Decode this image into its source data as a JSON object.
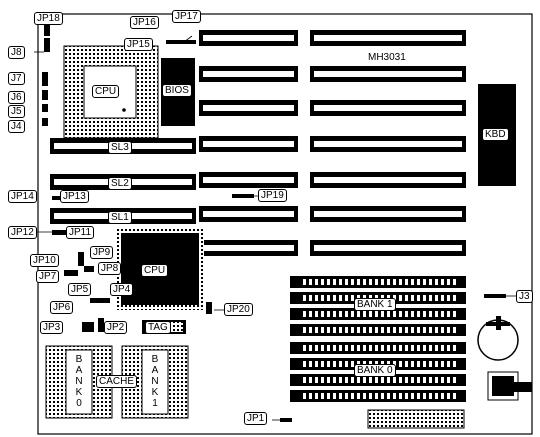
{
  "board": {
    "model": "MH3031",
    "jumpers": {
      "jp1": "JP1",
      "jp2": "JP2",
      "jp3": "JP3",
      "jp4": "JP4",
      "jp5": "JP5",
      "jp6": "JP6",
      "jp7": "JP7",
      "jp8": "JP8",
      "jp9": "JP9",
      "jp10": "JP10",
      "jp11": "JP11",
      "jp12": "JP12",
      "jp13": "JP13",
      "jp14": "JP14",
      "jp15": "JP15",
      "jp16": "JP16",
      "jp17": "JP17",
      "jp18": "JP18",
      "jp19": "JP19",
      "jp20": "JP20",
      "j3": "J3",
      "j4": "J4",
      "j5": "J5",
      "j6": "J6",
      "j7": "J7",
      "j8": "J8"
    },
    "chips": {
      "cpu_socket": "CPU",
      "cpu_main": "CPU",
      "bios": "BIOS",
      "kbd": "KBD",
      "tag": "TAG",
      "cache": "CACHE"
    },
    "slots": {
      "sl1": "SL1",
      "sl2": "SL2",
      "sl3": "SL3",
      "bank1": "BANK 1",
      "bank0": "BANK 0"
    },
    "cache_banks": {
      "left_letters": [
        "B",
        "A",
        "N",
        "K",
        "0"
      ],
      "right_letters": [
        "B",
        "A",
        "N",
        "K",
        "1"
      ]
    }
  }
}
